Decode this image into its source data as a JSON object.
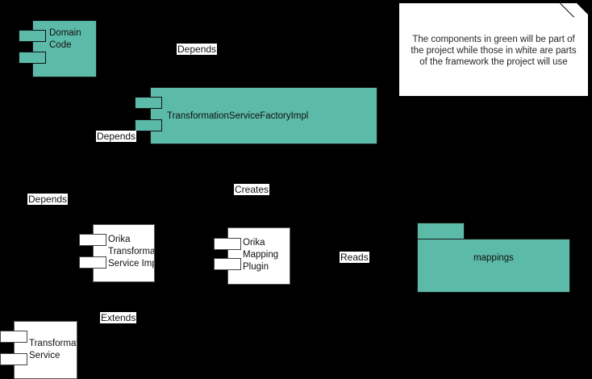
{
  "diagram": {
    "background": "#000000",
    "green": "#5cbaa8",
    "white": "#ffffff"
  },
  "components": {
    "domain_code": {
      "label": "Domain\nCode"
    },
    "transformation_service_factory_impl": {
      "label": "TransformationServiceFactoryImpl"
    },
    "orika_transformation_service_impl": {
      "label": "Orika\nTransformation\nService Impl"
    },
    "orika_mapping_plugin": {
      "label": "Orika\nMapping\nPlugin"
    },
    "transformation_service": {
      "label": "Transformation\nService"
    },
    "mappings": {
      "label": "mappings"
    }
  },
  "edge_labels": {
    "depends_top": "Depends",
    "depends_factory": "Depends",
    "depends_left": "Depends",
    "creates": "Creates",
    "reads": "Reads",
    "extends": "Extends"
  },
  "note": {
    "text": "The components in green will be part of the project while those in white are parts of the framework the project will use"
  }
}
